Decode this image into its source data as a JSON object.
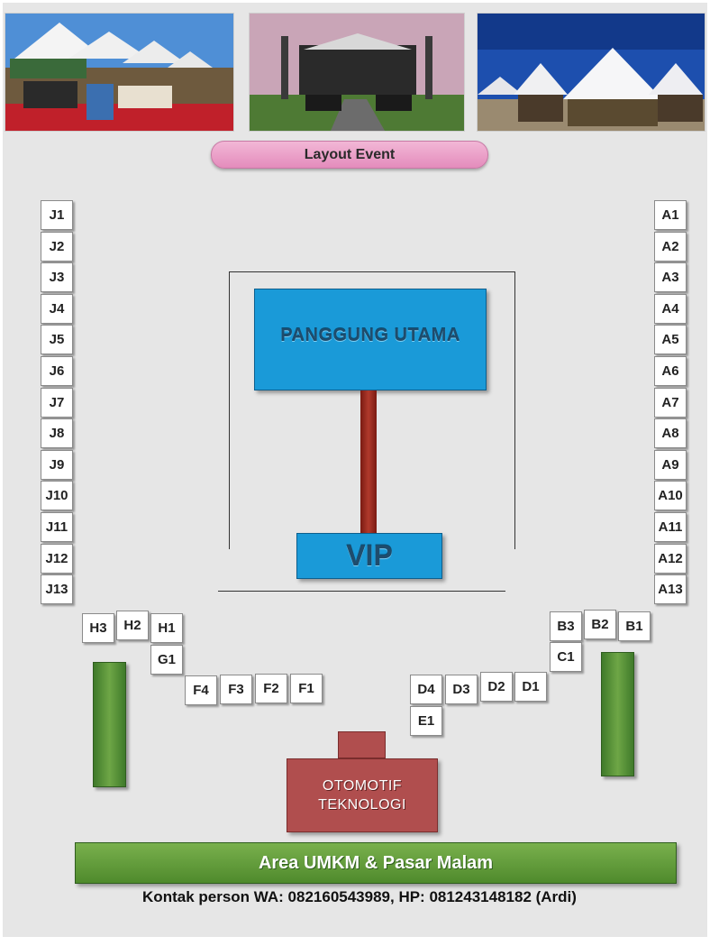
{
  "title": "Layout Event",
  "stage": {
    "label": "PANGGUNG UTAMA"
  },
  "vip": {
    "label": "VIP"
  },
  "otomotif": {
    "line1": "OTOMOTIF",
    "line2": "TEKNOLOGI"
  },
  "umkm": {
    "label": "Area UMKM & Pasar Malam"
  },
  "contact": "Kontak person WA: 082160543989, HP: 081243148182 (Ardi)",
  "booths": {
    "left": [
      "J1",
      "J2",
      "J3",
      "J4",
      "J5",
      "J6",
      "J7",
      "J8",
      "J9",
      "J10",
      "J11",
      "J12",
      "J13"
    ],
    "right": [
      "A1",
      "A2",
      "A3",
      "A4",
      "A5",
      "A6",
      "A7",
      "A8",
      "A9",
      "A10",
      "A11",
      "A12",
      "A13"
    ],
    "h": [
      "H3",
      "H2",
      "H1"
    ],
    "g": [
      "G1"
    ],
    "f": [
      "F4",
      "F3",
      "F2",
      "F1"
    ],
    "b": [
      "B3",
      "B2",
      "B1"
    ],
    "c": [
      "C1"
    ],
    "d": [
      "D4",
      "D3",
      "D2",
      "D1"
    ],
    "e": [
      "E1"
    ]
  },
  "colors": {
    "stage": "#1a9ad8",
    "runway": "#a0342a",
    "green": "#5c9a38",
    "otomotif": "#b04e4e",
    "pill": "#e8a0c8",
    "background": "#e6e6e6"
  },
  "photos": [
    "tent-booths-photo",
    "concert-stage-photo",
    "white-tents-photo"
  ]
}
